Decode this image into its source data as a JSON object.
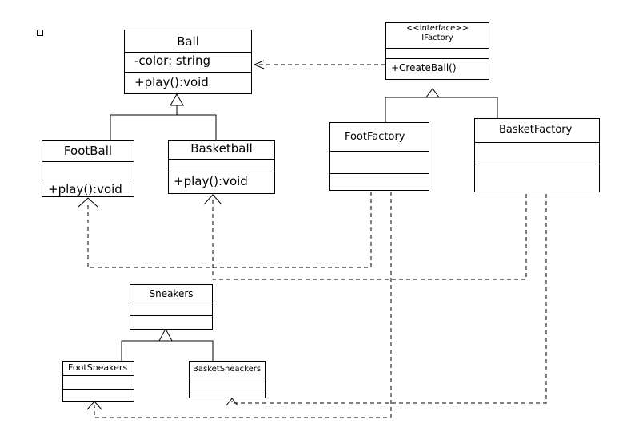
{
  "classes": {
    "ball": {
      "name": "Ball",
      "attribute": "-color: string",
      "method": "+play():void"
    },
    "factory": {
      "stereotype": "<<interface>>",
      "name": "IFactory",
      "method": "+CreateBall()"
    },
    "football": {
      "name": "FootBall",
      "method": "+play():void"
    },
    "basketball": {
      "name": "Basketball",
      "method": "+play():void"
    },
    "foot_factory": {
      "name": "FootFactory"
    },
    "basket_factory": {
      "name": "BasketFactory"
    },
    "sneakers": {
      "name": "Sneakers"
    },
    "foot_sneakers": {
      "name": "FootSneakers"
    },
    "basket_sneakers": {
      "name": "BasketSneackers"
    }
  }
}
